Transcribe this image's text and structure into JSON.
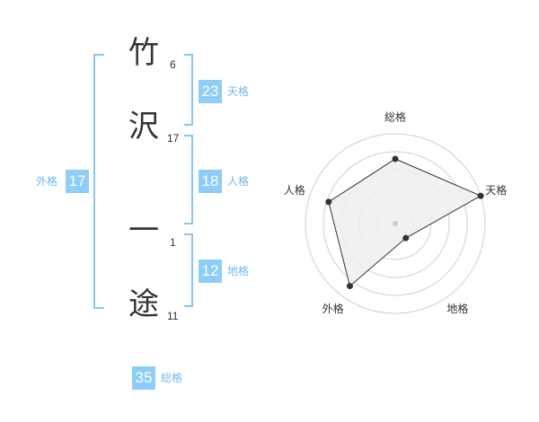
{
  "name": {
    "characters": [
      {
        "char": "竹",
        "strokes": "6"
      },
      {
        "char": "沢",
        "strokes": "17"
      },
      {
        "char": "一",
        "strokes": "1"
      },
      {
        "char": "途",
        "strokes": "11"
      }
    ]
  },
  "fortunes": {
    "tenkaku": {
      "value": "23",
      "label": "天格"
    },
    "jinkaku": {
      "value": "18",
      "label": "人格"
    },
    "chikaku": {
      "value": "12",
      "label": "地格"
    },
    "gaikaku": {
      "value": "17",
      "label": "外格"
    },
    "soukaku": {
      "value": "35",
      "label": "総格"
    }
  },
  "chart_data": {
    "type": "radar",
    "axes": [
      "総格",
      "天格",
      "地格",
      "外格",
      "人格"
    ],
    "values": [
      0.72,
      1.0,
      0.2,
      0.86,
      0.78
    ],
    "rings": 5,
    "grid": true
  },
  "colors": {
    "accent": "#8dcdf7",
    "bracket": "#8dc5ee",
    "label_text": "#74b7ea",
    "radar_fill": "#eeeeee",
    "radar_line": "#333333",
    "ring": "#d0d0d0"
  }
}
